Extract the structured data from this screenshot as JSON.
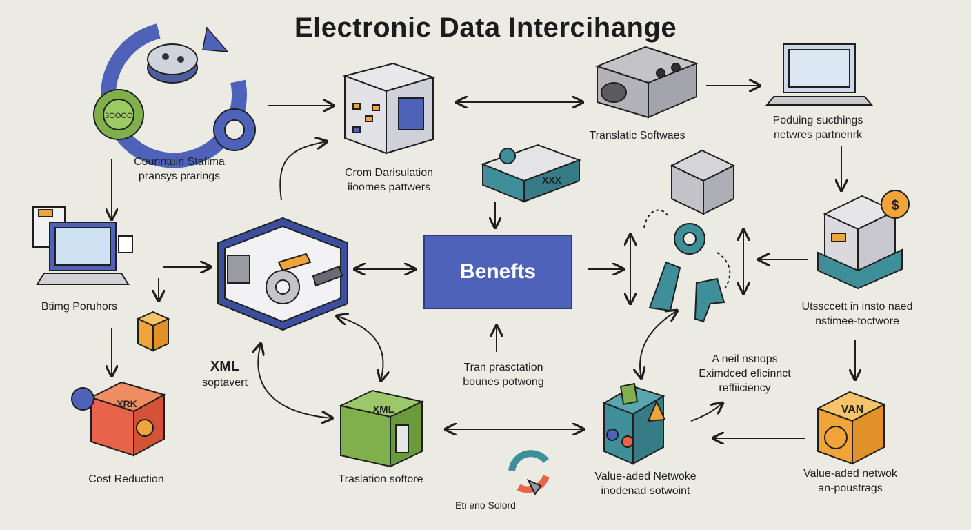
{
  "title": "Electronic Data Intercihange",
  "center": {
    "label": "Benefts"
  },
  "labels": {
    "top_left": [
      "Counntuin Stafima",
      "pransys prarings"
    ],
    "top_center": [
      "Crom Darisulation",
      "iioomes pattwers"
    ],
    "top_right_mid": [
      "Translatic Softwaes"
    ],
    "top_right": [
      "Poduing sucthings",
      "netwres partnenrk"
    ],
    "left_mid": [
      "Btimg Poruhors"
    ],
    "right_mid": [
      "Utssccett in insto naed",
      "nstimee-toctwore"
    ],
    "xml_left": [
      "XML",
      "soptavert"
    ],
    "center_low": [
      "Tran prasctation",
      "bounes potwong"
    ],
    "efficiency": [
      "A neil nsnops",
      "Eximdced eficinnct",
      "reffiiciency"
    ],
    "cost": [
      "Cost Reduction"
    ],
    "translation": [
      "Traslation softore"
    ],
    "eti": [
      "Eti eno Solord"
    ],
    "van_left": [
      "Value-aded Netwoke",
      "inodenad sotwoint"
    ],
    "van_right": [
      "Value-aded netwok",
      "an-poustrags"
    ]
  },
  "box_texts": {
    "gear_small": "3OOOC",
    "xrk": "XRK",
    "xml_box": "XML",
    "van_box": "VAN",
    "dollar": "$",
    "xxx": "XXX"
  },
  "colors": {
    "background": "#ebebe4",
    "blue": "#4d62b8",
    "green": "#7fb04b",
    "orange": "#f0a43a",
    "red": "#e8634a",
    "teal": "#3f8f9a",
    "ink": "#1f1f1f"
  }
}
